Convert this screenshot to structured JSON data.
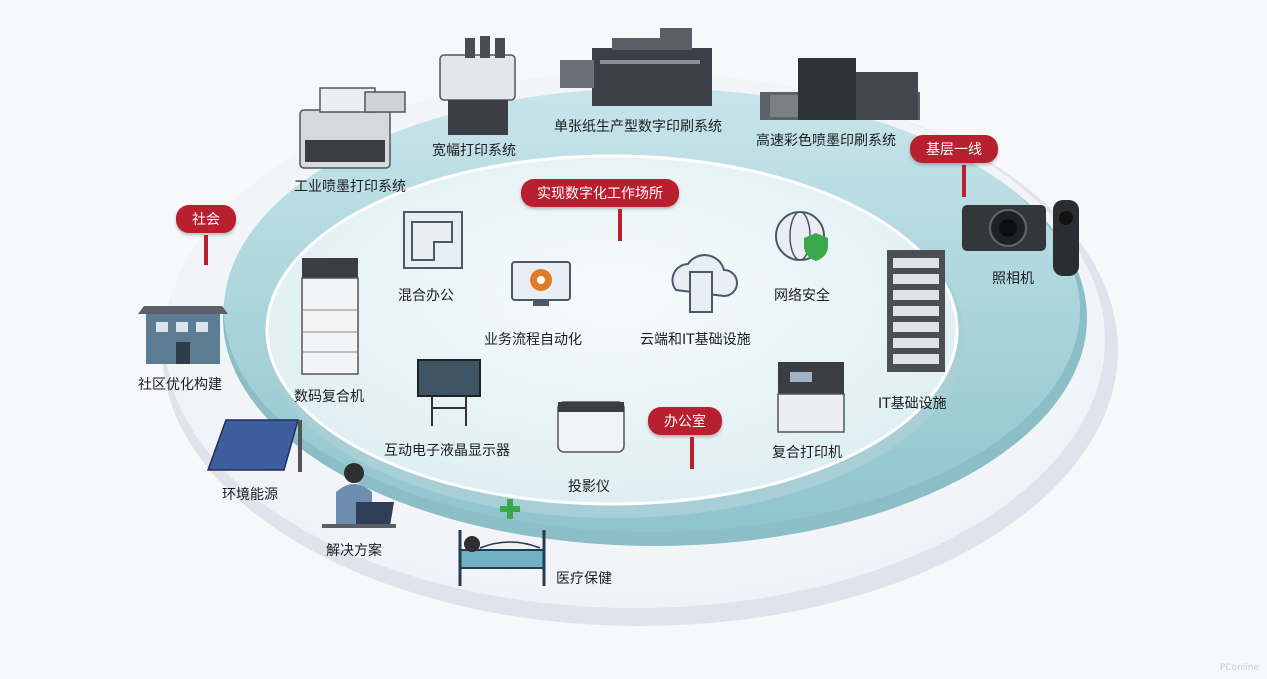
{
  "tags": {
    "society": "社会",
    "frontline": "基层一线",
    "workplace": "实现数字化工作场所",
    "office": "办公室"
  },
  "labels": {
    "industrial_inkjet": "工业喷墨打印系统",
    "wide_format": "宽幅打印系统",
    "cutsheet_press": "单张纸生产型数字印刷系统",
    "inkjet_press": "高速彩色喷墨印刷系统",
    "camera": "照相机",
    "hybrid_office": "混合办公",
    "bpa": "业务流程自动化",
    "cloud_it": "云端和IT基础设施",
    "network_security": "网络安全",
    "it_infra": "IT基础设施",
    "mfp": "数码复合机",
    "display": "互动电子液晶显示器",
    "projector": "投影仪",
    "mf_printer": "复合打印机",
    "community": "社区优化构建",
    "energy": "环境能源",
    "solutions": "解决方案",
    "healthcare": "医疗保健"
  },
  "watermark": "PConline",
  "colors": {
    "accent": "#b8202f",
    "ring_outer": "#a7d1d8",
    "ring_inner": "#e6f3f5"
  }
}
